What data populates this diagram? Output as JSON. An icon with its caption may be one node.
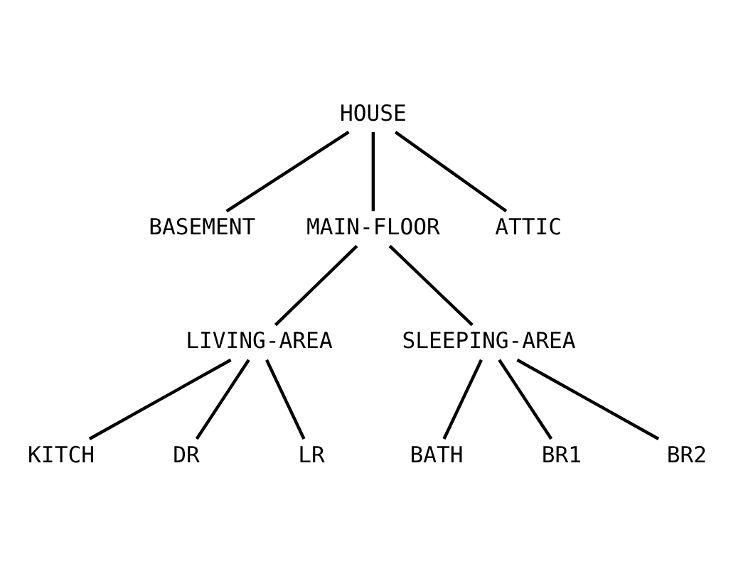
{
  "diagram": {
    "nodes": [
      {
        "text": [
          "HOUSE"
        ]
      },
      {
        "text": [
          "BASEMENT"
        ]
      },
      {
        "text": [
          "MAIN-FLOOR"
        ]
      },
      {
        "text": [
          "ATTIC"
        ]
      },
      {
        "text": [
          "LIVING-AREA"
        ]
      },
      {
        "text": [
          "SLEEPING-AREA"
        ]
      },
      {
        "text": [
          "KITCH"
        ]
      },
      {
        "text": [
          "DR"
        ]
      },
      {
        "text": [
          "LR"
        ]
      },
      {
        "text": [
          "BATH"
        ]
      },
      {
        "text": [
          "BR1"
        ]
      },
      {
        "text": [
          "BR2"
        ]
      }
    ],
    "edges": [
      {
        "from": 0,
        "to": 1,
        "arrow": "none"
      },
      {
        "from": 0,
        "to": 2,
        "arrow": "none"
      },
      {
        "from": 0,
        "to": 3,
        "arrow": "none"
      },
      {
        "from": 2,
        "to": 4,
        "arrow": "none"
      },
      {
        "from": 2,
        "to": 5,
        "arrow": "none"
      },
      {
        "from": 4,
        "to": 6,
        "arrow": "none"
      },
      {
        "from": 4,
        "to": 7,
        "arrow": "none"
      },
      {
        "from": 4,
        "to": 8,
        "arrow": "none"
      },
      {
        "from": 5,
        "to": 9,
        "arrow": "none"
      },
      {
        "from": 5,
        "to": 10,
        "arrow": "none"
      },
      {
        "from": 5,
        "to": 11,
        "arrow": "none"
      }
    ]
  }
}
